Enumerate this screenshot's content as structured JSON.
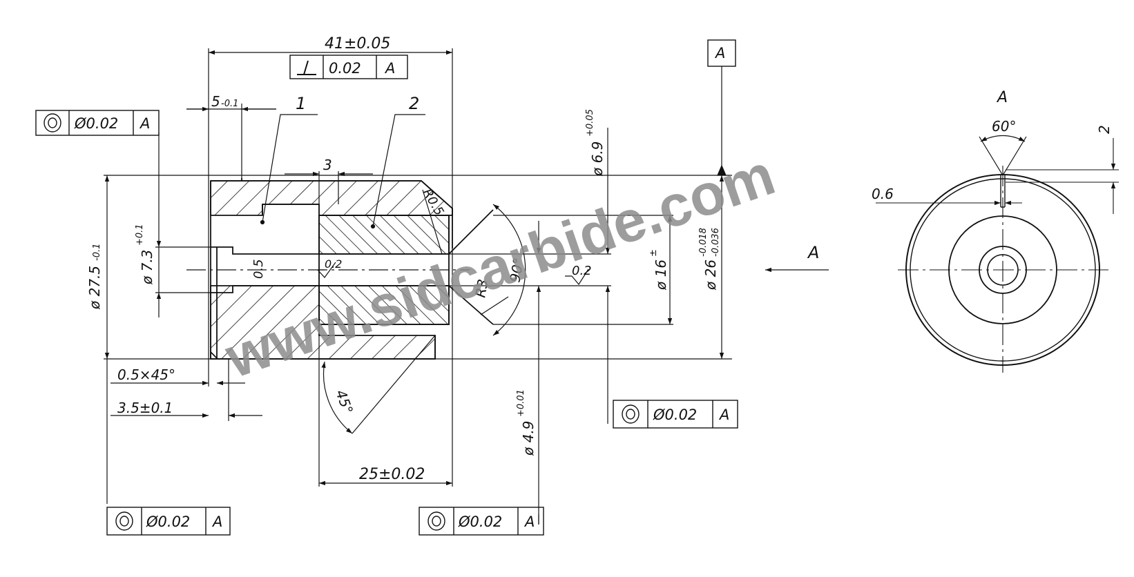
{
  "colors": {
    "line": "#111111",
    "watermark": "#8c8c8c",
    "background": "#ffffff"
  },
  "watermark": "www.sidcarbide.com",
  "datum_box": "A",
  "frames": {
    "top": {
      "symbol": "perpendicularity",
      "tolerance": "0.02",
      "datum": "A"
    },
    "upper_left": {
      "symbol": "concentricity",
      "tolerance": "Ø0.02",
      "datum": "A"
    },
    "bottom_left": {
      "symbol": "concentricity",
      "tolerance": "Ø0.02",
      "datum": "A"
    },
    "bottom_center": {
      "symbol": "concentricity",
      "tolerance": "Ø0.02",
      "datum": "A"
    },
    "right": {
      "symbol": "concentricity",
      "tolerance": "Ø0.02",
      "datum": "A"
    }
  },
  "dims": {
    "overall_length": "41±0.05",
    "step_length_main": "5",
    "step_length_tol": "-0.1",
    "part_1": "1",
    "part_2": "2",
    "groove_width": "3",
    "radius_top": "R0.5",
    "bore_dia_main": "ø 7.3",
    "bore_dia_tol": "+0.1",
    "outer_dia_main": "ø 27.5",
    "outer_dia_tol": "-0.1",
    "small_bore": "0.5",
    "surface_left": "0.2",
    "angle_90": "90°",
    "radius_bottom": "R3",
    "surface_right": "0.2",
    "dia_6_9_main": "ø 6.9",
    "dia_6_9_tol": "+0.05",
    "dia_16_main": "ø 16",
    "dia_16_tol": "±",
    "dia_26_main": "ø 26",
    "dia_26_tol_upper": "-0.018",
    "dia_26_tol_lower": "-0.036",
    "chamfer": "0.5×45°",
    "step_depth": "3.5±0.1",
    "angle_45": "45°",
    "insert_length": "25±0.02",
    "dia_4_9_main": "ø 4.9",
    "dia_4_9_tol": "+0.01",
    "arrow_label": "A"
  },
  "side_view": {
    "view_label": "A",
    "angle": "60°",
    "slot_depth": "2",
    "slot_width": "0.6"
  }
}
